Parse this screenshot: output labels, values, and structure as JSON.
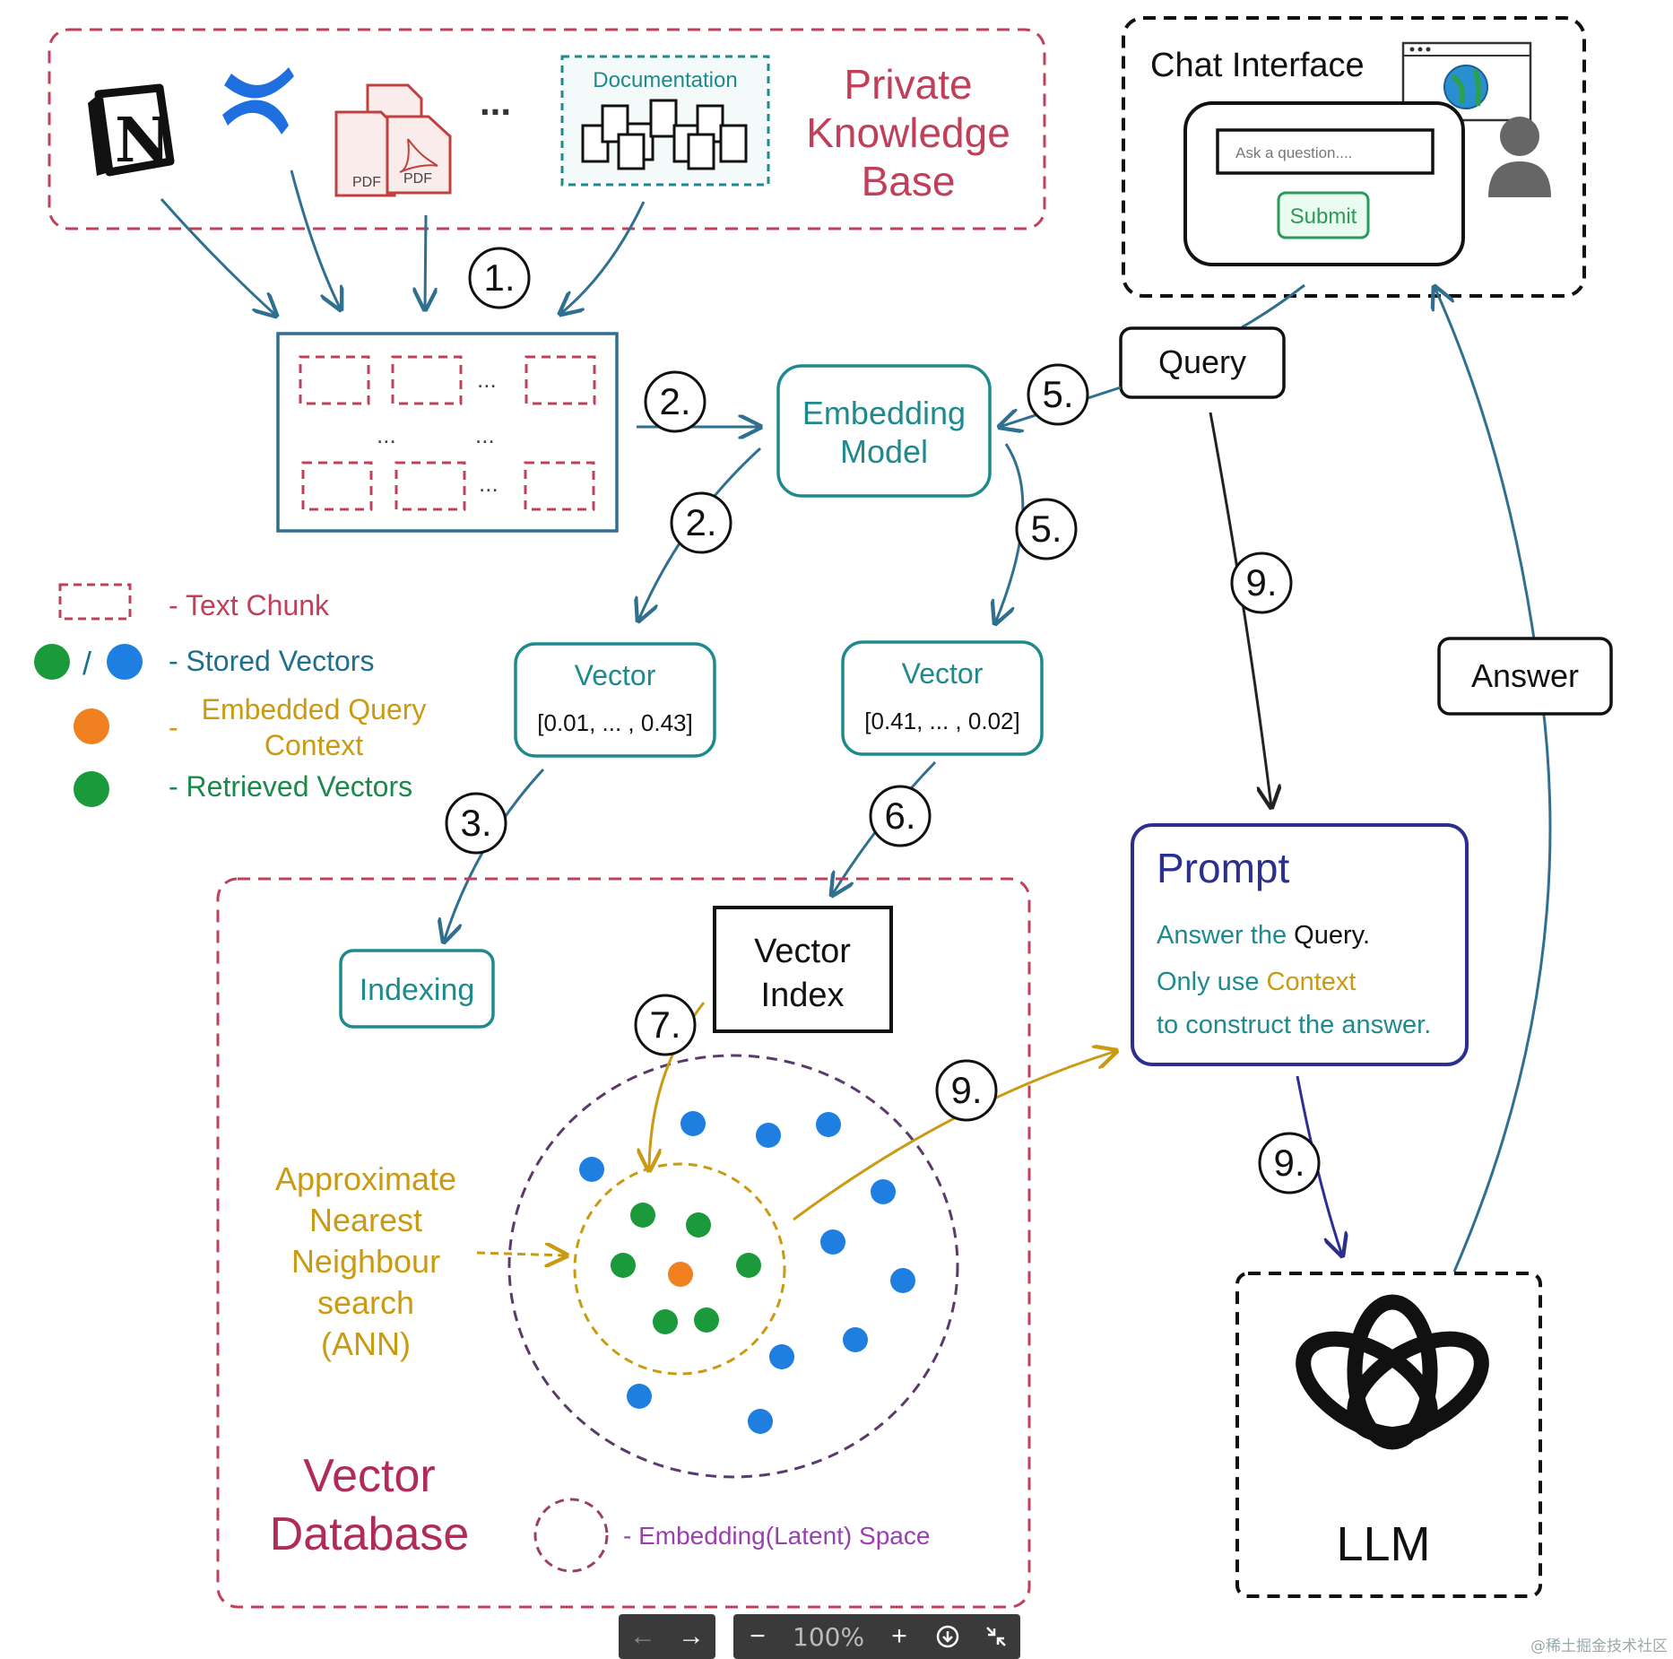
{
  "knowledge_base": {
    "title_line1": "Private",
    "title_line2": "Knowledge",
    "title_line3": "Base",
    "doc_label": "Documentation",
    "pdf_label": "PDF",
    "ellipsis": "...",
    "sources": [
      "notion-icon",
      "confluence-icon",
      "pdf-icon",
      "documentation-icon"
    ]
  },
  "chat": {
    "title": "Chat Interface",
    "input_placeholder": "Ask a question....",
    "submit_label": "Submit"
  },
  "steps": {
    "s1": "1.",
    "s2a": "2.",
    "s2b": "2.",
    "s3": "3.",
    "s5a": "5.",
    "s5b": "5.",
    "s6": "6.",
    "s7": "7.",
    "s9a": "9.",
    "s9b": "9.",
    "s9c": "9."
  },
  "chunks": {
    "dots": "..."
  },
  "embedding": {
    "line1": "Embedding",
    "line2": "Model"
  },
  "query": {
    "label": "Query"
  },
  "answer": {
    "label": "Answer"
  },
  "vector_left": {
    "title": "Vector",
    "value": "[0.01, ... , 0.43]"
  },
  "vector_right": {
    "title": "Vector",
    "value": "[0.41, ... , 0.02]"
  },
  "legend": {
    "text_chunk": "- Text Chunk",
    "stored_vectors": "- Stored Vectors",
    "slash": "/",
    "dash": "-",
    "embedded_query_1": "Embedded Query",
    "embedded_query_2": "Context",
    "retrieved_vectors": "- Retrieved Vectors"
  },
  "vector_db": {
    "indexing": "Indexing",
    "index_line1": "Vector",
    "index_line2": "Index",
    "ann_1": "Approximate",
    "ann_2": "Nearest",
    "ann_3": "Neighbour",
    "ann_4": "search",
    "ann_5": "(ANN)",
    "title_line1": "Vector",
    "title_line2": "Database",
    "space_label": "- Embedding(Latent) Space"
  },
  "prompt": {
    "title": "Prompt",
    "l1_a": "Answer the ",
    "l1_b": "Query",
    "l2_a": "Only use ",
    "l2_b": "Context",
    "l3": "to construct the answer."
  },
  "llm": {
    "label": "LLM"
  },
  "toolbar": {
    "zoom": "100%"
  },
  "watermark": "@稀土掘金技术社区",
  "colors": {
    "pink": "#c0405a",
    "teal": "#1e8a8e",
    "arrow": "#2f6f8f",
    "gold": "#c99a12",
    "navy": "#2b2f8f",
    "green": "#1a9a3a",
    "blue": "#1f7fe0",
    "orange": "#f08020",
    "purple": "#9a3fb0",
    "dark": "#111111"
  }
}
